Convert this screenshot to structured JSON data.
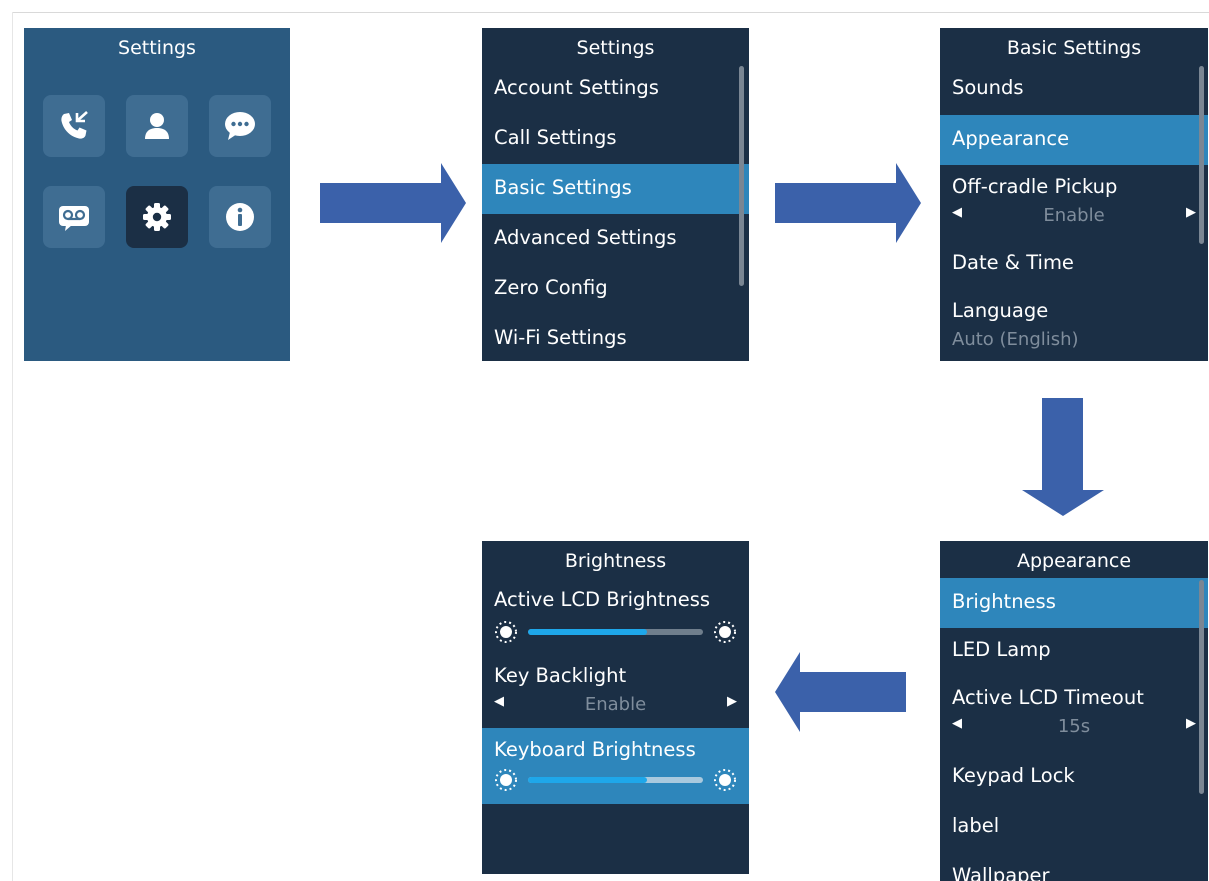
{
  "screen1": {
    "title": "Settings",
    "icons": [
      "call-history-icon",
      "contacts-icon",
      "messages-icon",
      "voicemail-icon",
      "settings-icon",
      "info-icon"
    ],
    "selected": "settings-icon"
  },
  "screen2": {
    "title": "Settings",
    "items": [
      "Account Settings",
      "Call Settings",
      "Basic Settings",
      "Advanced Settings",
      "Zero Config",
      "Wi-Fi Settings"
    ],
    "selected_index": 2
  },
  "screen3": {
    "title": "Basic Settings",
    "items": [
      {
        "label": "Sounds"
      },
      {
        "label": "Appearance"
      },
      {
        "label": "Off-cradle Pickup",
        "value": "Enable"
      },
      {
        "label": "Date & Time"
      },
      {
        "label": "Language",
        "value": "Auto (English)"
      }
    ],
    "selected_index": 1
  },
  "screen4": {
    "title": "Appearance",
    "items": [
      {
        "label": "Brightness"
      },
      {
        "label": "LED Lamp"
      },
      {
        "label": "Active LCD Timeout",
        "value": "15s"
      },
      {
        "label": "Keypad Lock"
      },
      {
        "label": "label"
      },
      {
        "label": "Wallpaper"
      }
    ],
    "selected_index": 0
  },
  "screen5": {
    "title": "Brightness",
    "items": [
      {
        "label": "Active LCD Brightness",
        "level": 0.68
      },
      {
        "label": "Key Backlight",
        "value": "Enable"
      },
      {
        "label": "Keyboard Brightness",
        "level": 0.68
      }
    ],
    "selected_index": 2
  },
  "colors": {
    "screen_bg": "#1b2f45",
    "home_bg": "#2b5a80",
    "highlight": "#2e86bb",
    "arrow": "#3b61aa",
    "slider_fill": "#1ea7ea"
  }
}
